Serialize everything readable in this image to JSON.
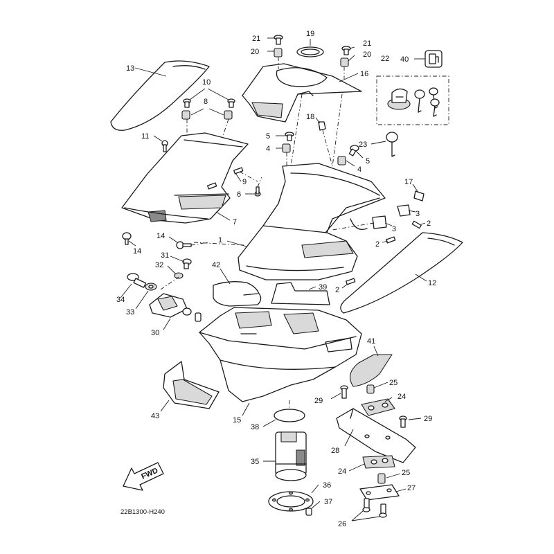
{
  "diagram": {
    "drawing_code": "22B1300-H240",
    "fwd_label": "FWD",
    "callouts": {
      "c1": "1",
      "c2a": "2",
      "c2b": "2",
      "c2c": "2",
      "c3a": "3",
      "c3b": "3",
      "c4a": "4",
      "c4b": "4",
      "c5a": "5",
      "c5b": "5",
      "c6": "6",
      "c7": "7",
      "c8": "8",
      "c9": "9",
      "c10": "10",
      "c11": "11",
      "c12": "12",
      "c13": "13",
      "c14a": "14",
      "c14b": "14",
      "c15": "15",
      "c16": "16",
      "c17": "17",
      "c18": "18",
      "c19": "19",
      "c20a": "20",
      "c20b": "20",
      "c21a": "21",
      "c21b": "21",
      "c22": "22",
      "c23": "23",
      "c24a": "24",
      "c24b": "24",
      "c25a": "25",
      "c25b": "25",
      "c26": "26",
      "c27": "27",
      "c28": "28",
      "c29a": "29",
      "c29b": "29",
      "c30": "30",
      "c31": "31",
      "c32": "32",
      "c33": "33",
      "c34": "34",
      "c35": "35",
      "c36": "36",
      "c37": "37",
      "c38": "38",
      "c39": "39",
      "c40": "40",
      "c41": "41",
      "c42": "42",
      "c43": "43"
    },
    "icons": [
      "fuel-gauge-icon",
      "key-icon",
      "bolt-icon",
      "fwd-arrow-icon"
    ]
  }
}
